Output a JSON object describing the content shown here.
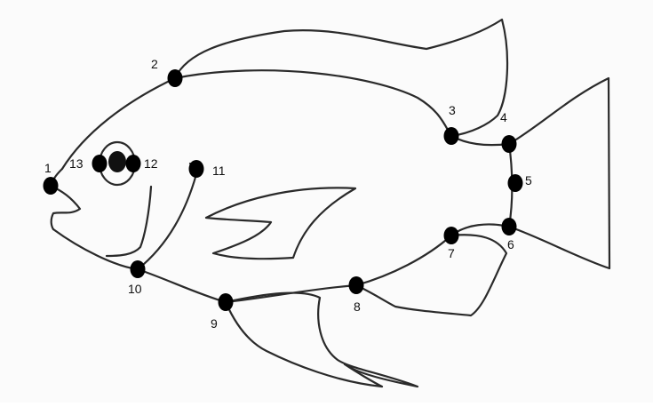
{
  "landmarks": [
    {
      "id": "1",
      "label": "1"
    },
    {
      "id": "2",
      "label": "2"
    },
    {
      "id": "3",
      "label": "3"
    },
    {
      "id": "4",
      "label": "4"
    },
    {
      "id": "5",
      "label": "5"
    },
    {
      "id": "6",
      "label": "6"
    },
    {
      "id": "7",
      "label": "7"
    },
    {
      "id": "8",
      "label": "8"
    },
    {
      "id": "9",
      "label": "9"
    },
    {
      "id": "10",
      "label": "10"
    },
    {
      "id": "11",
      "label": "11"
    },
    {
      "id": "12",
      "label": "12"
    },
    {
      "id": "13",
      "label": "13"
    }
  ]
}
